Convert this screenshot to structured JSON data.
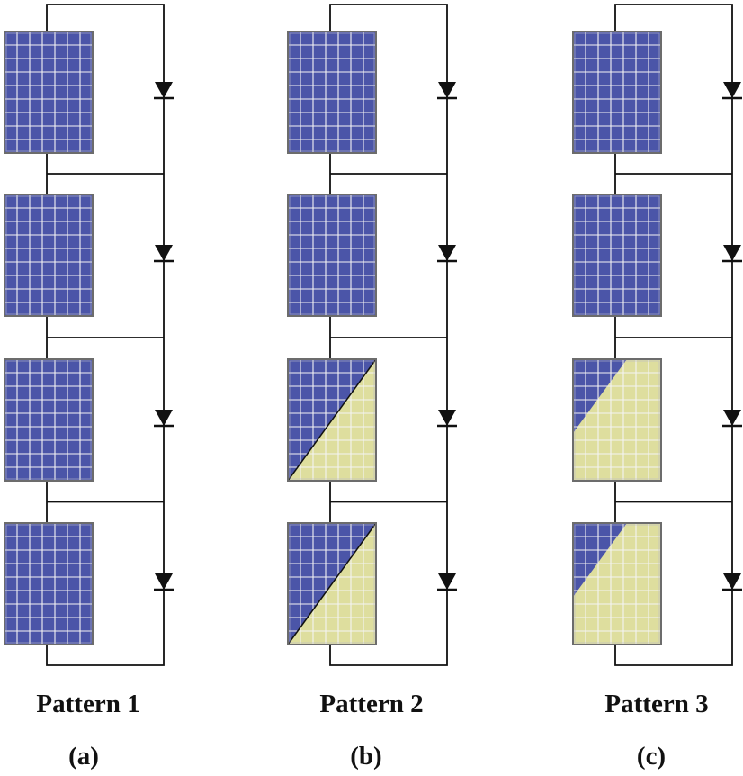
{
  "colors": {
    "panel_blue": "#4b55a8",
    "panel_blue_dark": "#353d84",
    "shaded_yellow": "#dede9e",
    "grid_line": "#f4f4f4",
    "frame": "#6c6c6c",
    "wire": "#111111"
  },
  "patterns": [
    {
      "label": "Pattern 1",
      "sub": "(a)",
      "modules": [
        {
          "shading": "none"
        },
        {
          "shading": "none"
        },
        {
          "shading": "none"
        },
        {
          "shading": "none"
        }
      ]
    },
    {
      "label": "Pattern 2",
      "sub": "(b)",
      "modules": [
        {
          "shading": "none"
        },
        {
          "shading": "none"
        },
        {
          "shading": "diagonal-half"
        },
        {
          "shading": "diagonal-half"
        }
      ]
    },
    {
      "label": "Pattern 3",
      "sub": "(c)",
      "modules": [
        {
          "shading": "none"
        },
        {
          "shading": "none"
        },
        {
          "shading": "corner-small"
        },
        {
          "shading": "corner-small"
        }
      ]
    }
  ]
}
